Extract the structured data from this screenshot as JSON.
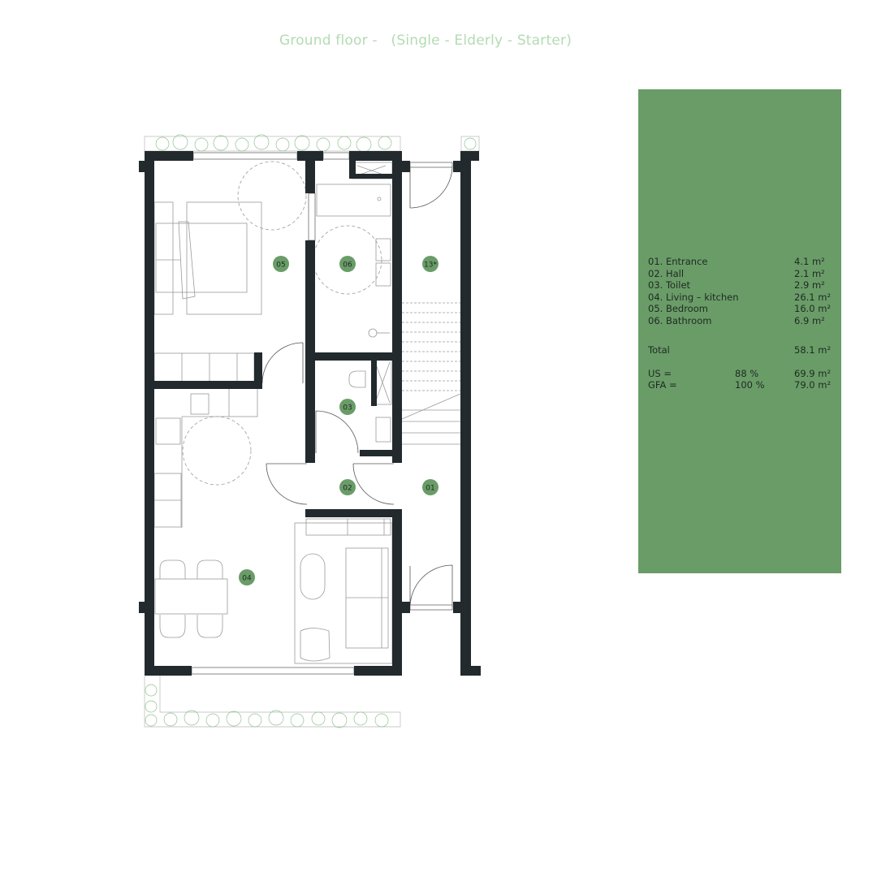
{
  "title": "Ground floor -   (Single - Elderly - Starter)",
  "colors": {
    "title": "#b3dbb3",
    "panel": "#6a9c68",
    "wall": "#222a2d",
    "room_tag": "#6a9c68",
    "planting": "#8fc48c",
    "furniture_line": "#9a9a9a"
  },
  "room_tags": [
    {
      "id": "01",
      "label": "01"
    },
    {
      "id": "02",
      "label": "02"
    },
    {
      "id": "03",
      "label": "03"
    },
    {
      "id": "04",
      "label": "04"
    },
    {
      "id": "05",
      "label": "05"
    },
    {
      "id": "06",
      "label": "06"
    },
    {
      "id": "13",
      "label": "13*"
    }
  ],
  "schedule": {
    "rooms": [
      {
        "label": "01.  Entrance",
        "area": "4.1 m²"
      },
      {
        "label": "02. Hall",
        "area": "2.1 m²"
      },
      {
        "label": "03. Toilet",
        "area": "2.9 m²"
      },
      {
        "label": "04. Living – kitchen",
        "area": "26.1 m²"
      },
      {
        "label": "05. Bedroom",
        "area": "16.0 m²"
      },
      {
        "label": "06. Bathroom",
        "area": "6.9 m²"
      }
    ],
    "total": {
      "label": "Total",
      "area": "58.1 m²"
    },
    "us": {
      "label": "US =",
      "percent": "88 %",
      "area": "69.9 m²"
    },
    "gfa": {
      "label": "GFA =",
      "percent": "100 %",
      "area": "79.0 m²"
    }
  }
}
